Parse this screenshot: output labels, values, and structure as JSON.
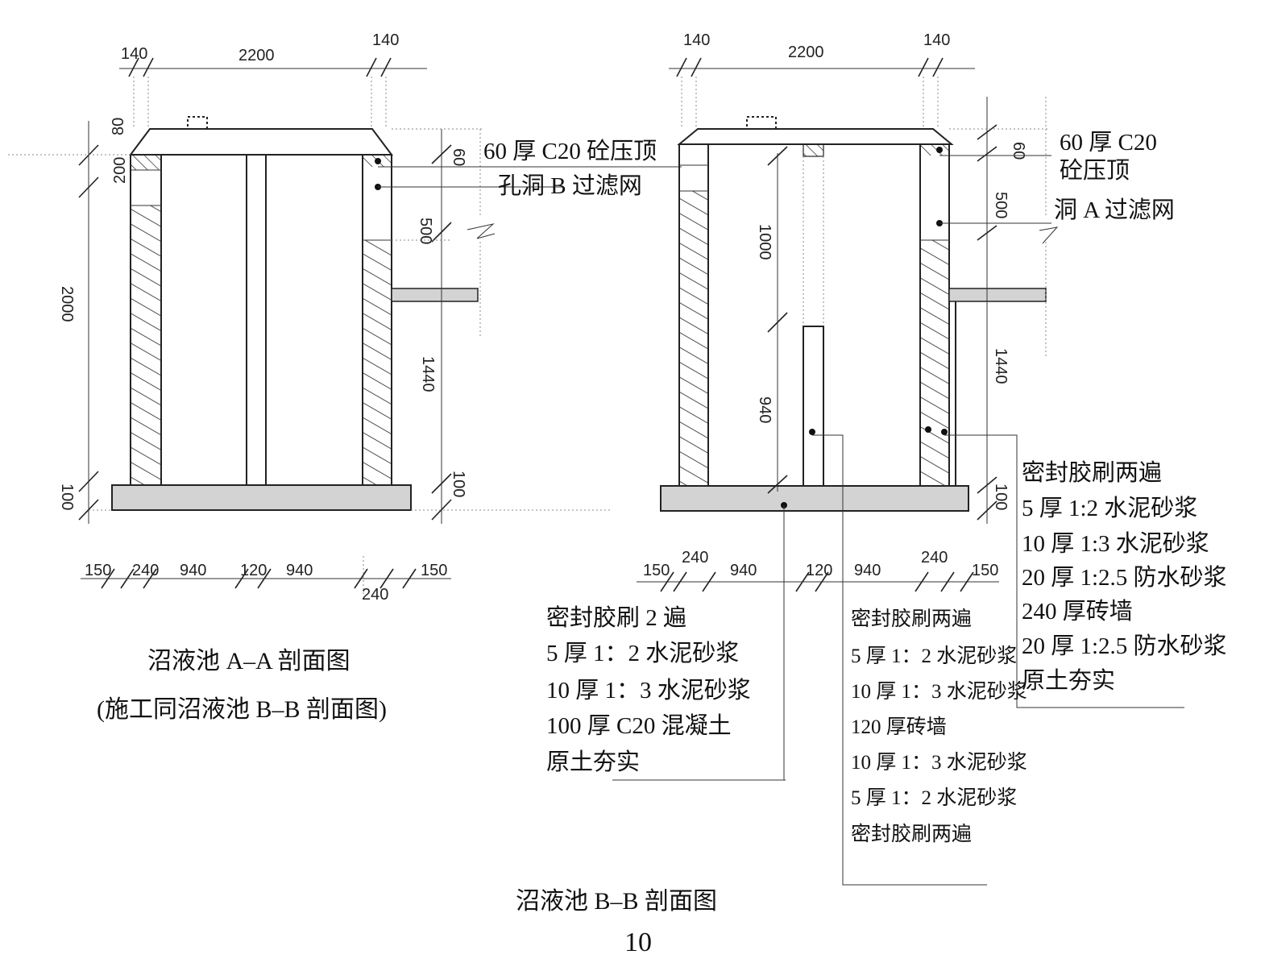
{
  "section_aa": {
    "top_dims": [
      "140",
      "2200",
      "140"
    ],
    "left_dims": [
      "80",
      "200",
      "2000",
      "100"
    ],
    "right_dims": [
      "60",
      "500",
      "1440",
      "100"
    ],
    "bottom_dims": [
      "150",
      "240",
      "940",
      "120",
      "940",
      "240",
      "150"
    ],
    "note_top": "60 厚 C20 砼压顶",
    "note_hole": "孔洞 B 过滤网",
    "caption": "沼液池 A–A 剖面图",
    "subcaption": "(施工同沼液池 B–B 剖面图)"
  },
  "section_bb": {
    "top_dims": [
      "140",
      "2200",
      "140"
    ],
    "inner_dims": [
      "1000",
      "940"
    ],
    "right_dims": [
      "60",
      "500",
      "1440",
      "100"
    ],
    "bottom_dims": [
      "150",
      "240",
      "940",
      "120",
      "940",
      "240",
      "150"
    ],
    "note_top_1": "60 厚 C20",
    "note_top_2": "砼压顶",
    "note_hole": "洞 A 过滤网",
    "floor_notes": [
      "密封胶刷 2 遍",
      "5 厚 1：2 水泥砂浆",
      "10 厚 1：3 水泥砂浆",
      "100 厚 C20 混凝土",
      "原土夯实"
    ],
    "partition_notes": [
      "密封胶刷两遍",
      "5 厚 1：2 水泥砂浆",
      "10 厚 1：3 水泥砂浆",
      "120 厚砖墙",
      "10 厚 1：3 水泥砂浆",
      "5 厚 1：2 水泥砂浆",
      "密封胶刷两遍"
    ],
    "wall_notes": [
      "密封胶刷两遍",
      "5 厚 1:2 水泥砂浆",
      "10 厚 1:3 水泥砂浆",
      "20 厚 1:2.5 防水砂浆",
      "240 厚砖墙",
      "20 厚 1:2.5 防水砂浆",
      "原土夯实"
    ],
    "caption": "沼液池 B–B 剖面图"
  },
  "page_number": "10"
}
